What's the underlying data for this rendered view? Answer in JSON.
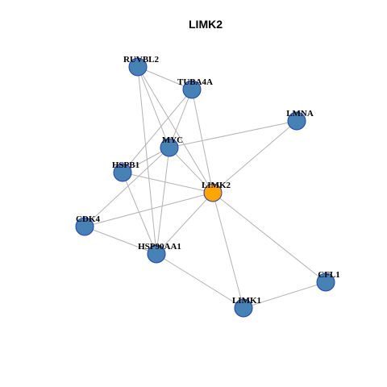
{
  "diagram": {
    "title": "LIMK2",
    "colors": {
      "node_fill": "#4682B4",
      "focus_fill": "#FFA500",
      "node_border": "#1F3FBF",
      "edge": "#B3B3B3"
    },
    "nodes": [
      {
        "id": "LIMK2",
        "label": "LIMK2",
        "focus": true
      },
      {
        "id": "RUVBL2",
        "label": "RUVBL2"
      },
      {
        "id": "TUBA4A",
        "label": "TUBA4A"
      },
      {
        "id": "LMNA",
        "label": "LMNA"
      },
      {
        "id": "MYC",
        "label": "MYC"
      },
      {
        "id": "HSPB1",
        "label": "HSPB1"
      },
      {
        "id": "CDK4",
        "label": "CDK4"
      },
      {
        "id": "HSP90AA1",
        "label": "HSP90AA1"
      },
      {
        "id": "CFL1",
        "label": "CFL1"
      },
      {
        "id": "LIMK1",
        "label": "LIMK1"
      }
    ],
    "edges": [
      [
        "RUVBL2",
        "TUBA4A"
      ],
      [
        "RUVBL2",
        "MYC"
      ],
      [
        "RUVBL2",
        "LIMK2"
      ],
      [
        "RUVBL2",
        "HSP90AA1"
      ],
      [
        "TUBA4A",
        "MYC"
      ],
      [
        "TUBA4A",
        "HSPB1"
      ],
      [
        "TUBA4A",
        "LIMK2"
      ],
      [
        "LMNA",
        "MYC"
      ],
      [
        "LMNA",
        "LIMK2"
      ],
      [
        "MYC",
        "HSPB1"
      ],
      [
        "MYC",
        "LIMK2"
      ],
      [
        "MYC",
        "CDK4"
      ],
      [
        "MYC",
        "HSP90AA1"
      ],
      [
        "HSPB1",
        "LIMK2"
      ],
      [
        "HSPB1",
        "HSP90AA1"
      ],
      [
        "LIMK2",
        "CDK4"
      ],
      [
        "LIMK2",
        "HSP90AA1"
      ],
      [
        "LIMK2",
        "LIMK1"
      ],
      [
        "LIMK2",
        "CFL1"
      ],
      [
        "CDK4",
        "HSP90AA1"
      ],
      [
        "HSP90AA1",
        "LIMK1"
      ],
      [
        "LIMK1",
        "CFL1"
      ]
    ]
  }
}
